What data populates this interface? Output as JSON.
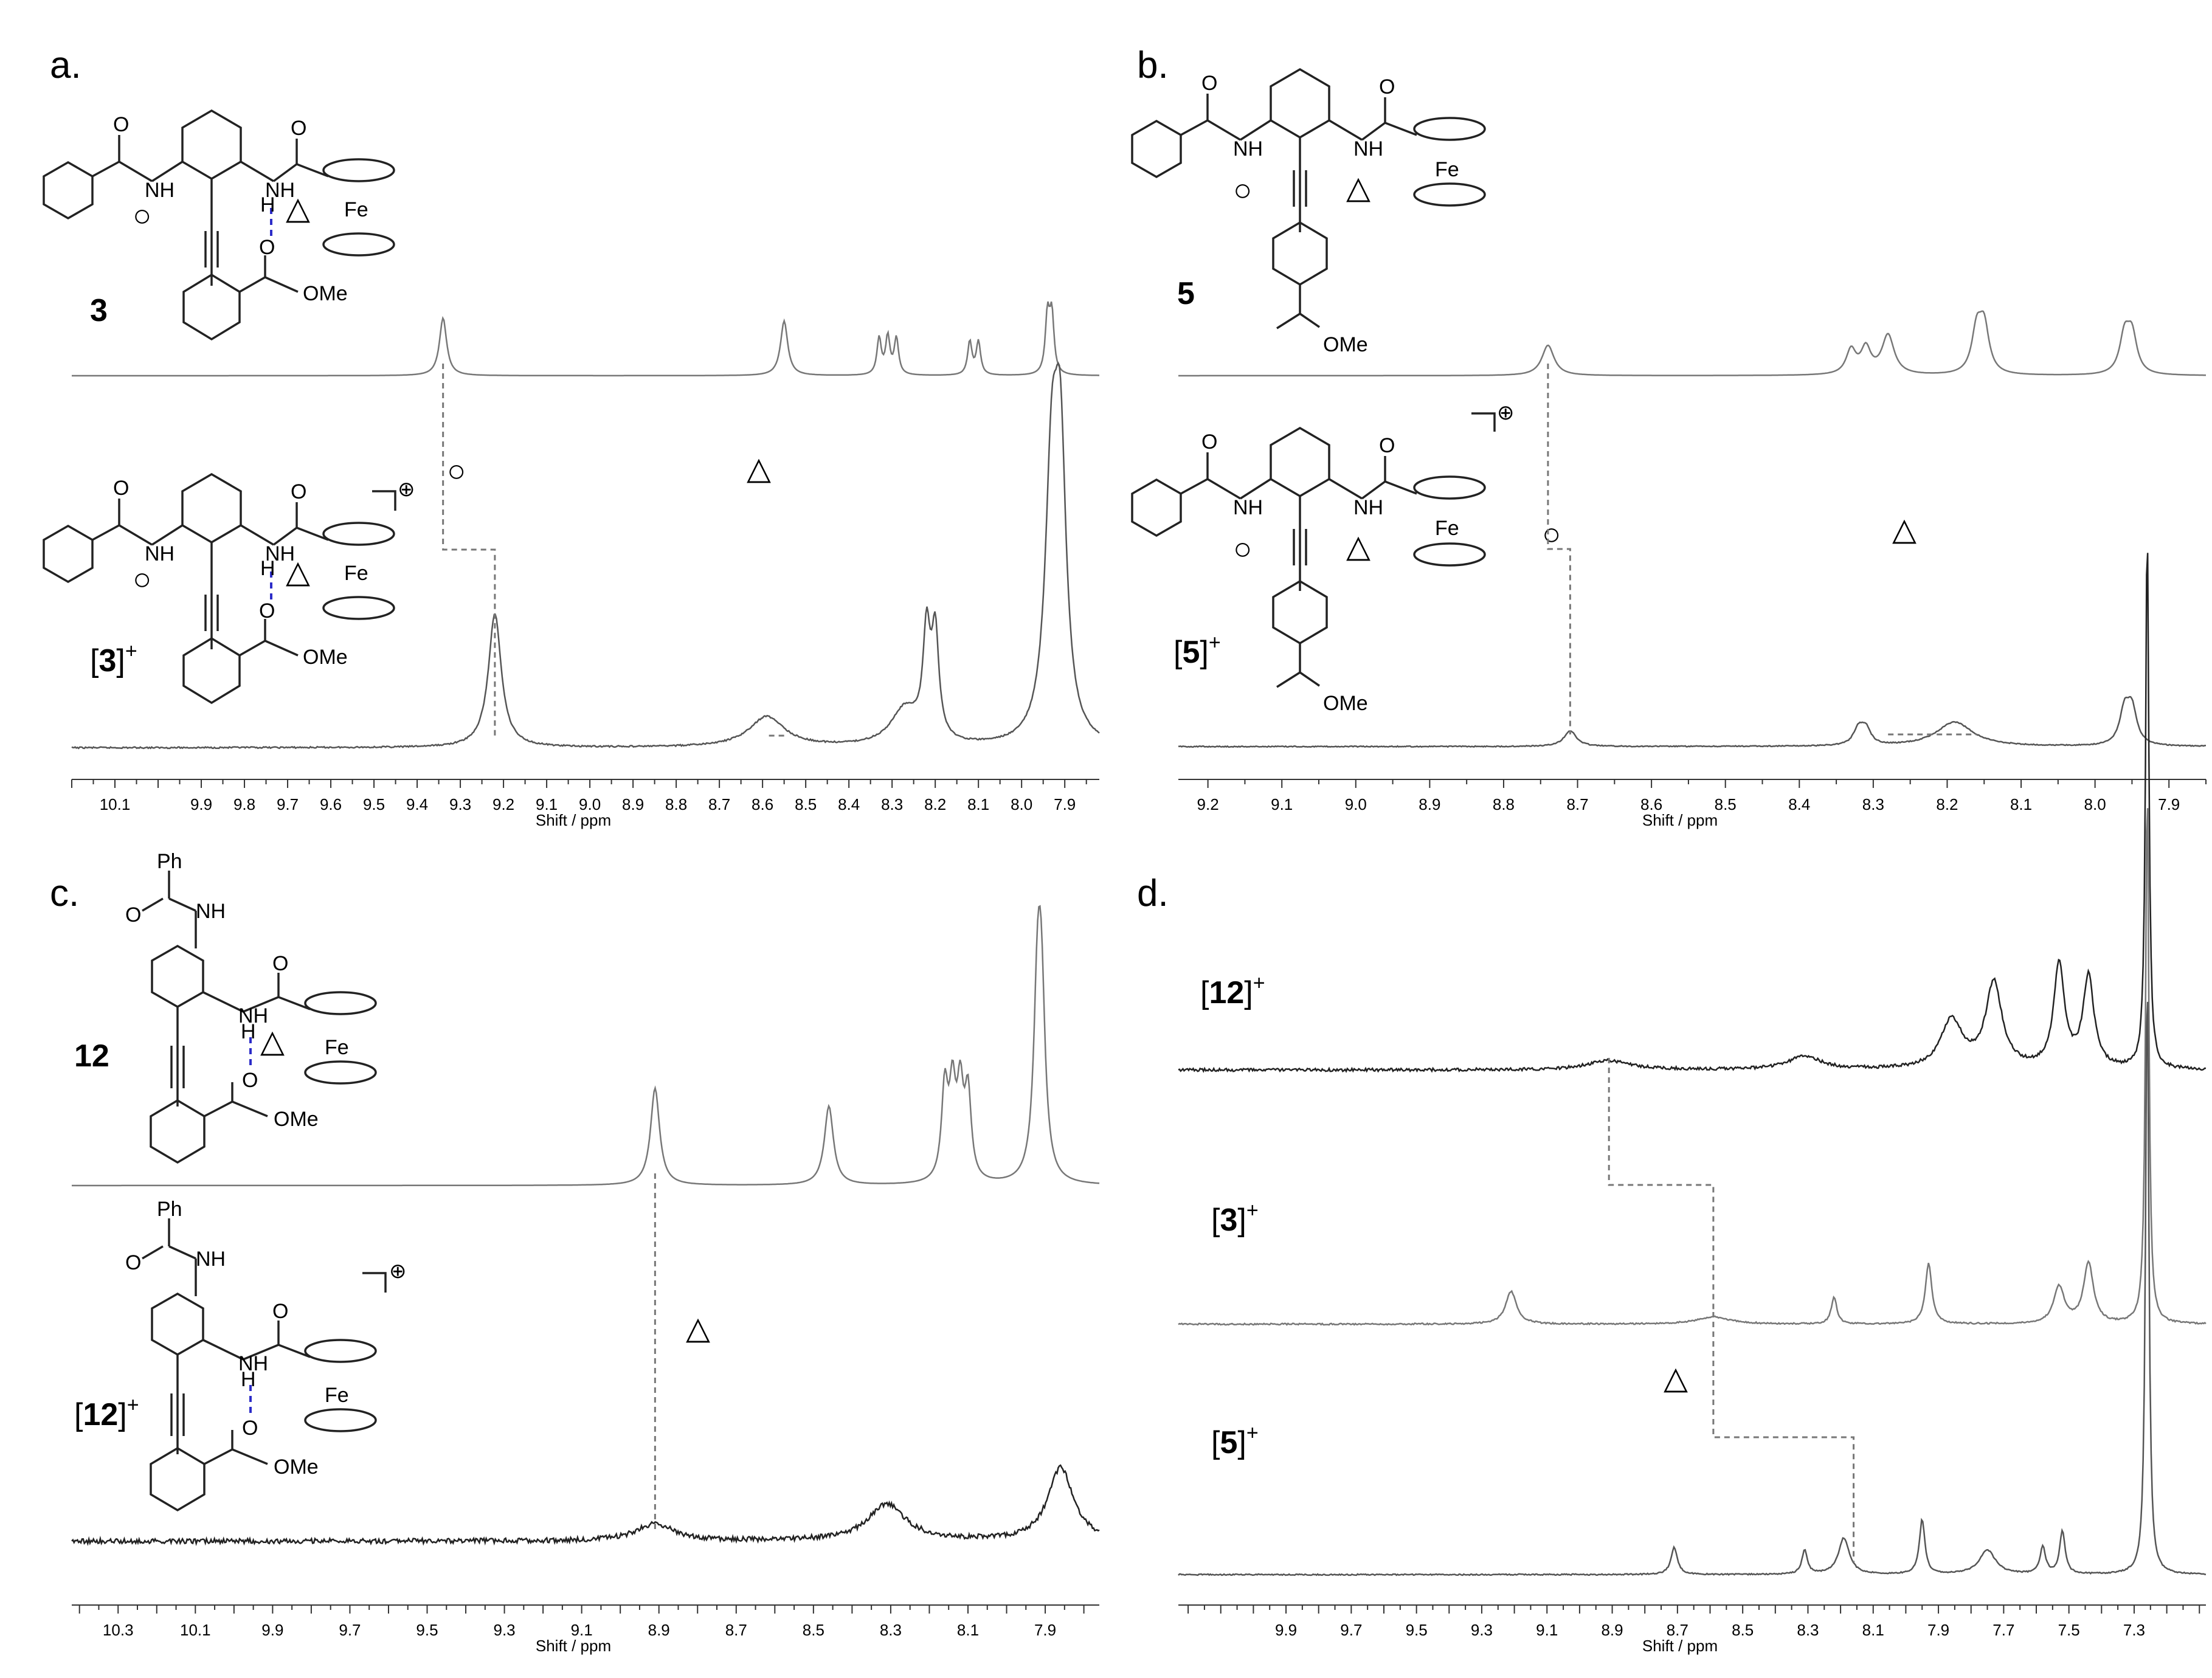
{
  "figure": {
    "panels": [
      {
        "id": "a",
        "letter": "a.",
        "compounds": [
          {
            "bold": "3",
            "sup": ""
          },
          {
            "bold": "3",
            "bracket": true,
            "sup": "+"
          }
        ],
        "chem_labels": [
          "O",
          "NH",
          "O",
          "NH",
          "H",
          "Fe",
          "O",
          "OMe",
          "O",
          "NH",
          "O",
          "NH",
          "H",
          "Fe",
          "O",
          "OMe"
        ]
      },
      {
        "id": "b",
        "letter": "b.",
        "compounds": [
          {
            "bold": "5",
            "sup": ""
          },
          {
            "bold": "5",
            "bracket": true,
            "sup": "+"
          }
        ],
        "chem_labels": [
          "O",
          "NH",
          "O",
          "NH",
          "Fe",
          "OMe",
          "O",
          "NH",
          "O",
          "NH",
          "Fe",
          "OMe"
        ]
      },
      {
        "id": "c",
        "letter": "c.",
        "compounds": [
          {
            "bold": "12",
            "sup": ""
          },
          {
            "bold": "12",
            "bracket": true,
            "sup": "+"
          }
        ],
        "chem_labels": [
          "Ph",
          "O",
          "NH",
          "NH",
          "O",
          "H",
          "Fe",
          "O",
          "OMe",
          "Ph",
          "O",
          "NH",
          "NH",
          "O",
          "H",
          "Fe",
          "O",
          "OMe"
        ]
      },
      {
        "id": "d",
        "letter": "d.",
        "compounds": [
          {
            "bold": "12",
            "bracket": true,
            "sup": "+"
          },
          {
            "bold": "3",
            "bracket": true,
            "sup": "+"
          },
          {
            "bold": "5",
            "bracket": true,
            "sup": "+"
          }
        ]
      }
    ],
    "cation_mark": "⊕",
    "circle_mark": "○",
    "triangle_mark": "△"
  },
  "chart_data": [
    {
      "panel": "a",
      "type": "line",
      "xlabel": "Shift / ppm",
      "xlim": [
        10.2,
        7.82
      ],
      "reversed_x": true,
      "ticks": [
        "10.1",
        "9.9",
        "9.8",
        "9.7",
        "9.6",
        "9.5",
        "9.4",
        "9.3",
        "9.2",
        "9.1",
        "9.0",
        "8.9",
        "8.8",
        "8.7",
        "8.6",
        "8.5",
        "8.4",
        "8.3",
        "8.2",
        "8.1",
        "8.0",
        "7.9"
      ],
      "series": [
        {
          "peaks_ppm": [
            9.34,
            8.55,
            8.33,
            8.31,
            8.29,
            8.12,
            8.1,
            7.94,
            7.93
          ]
        },
        {
          "peaks_ppm": [
            9.22,
            8.59,
            8.27,
            8.22,
            8.2,
            7.93,
            7.91
          ]
        }
      ],
      "shifts": [
        {
          "marker": "○",
          "from_ppm": 9.34,
          "to_ppm": 9.22
        },
        {
          "marker": "△",
          "from_ppm": 8.55,
          "to_ppm": 8.59
        }
      ]
    },
    {
      "panel": "b",
      "type": "line",
      "xlabel": "Shift / ppm",
      "xlim": [
        9.24,
        7.85
      ],
      "reversed_x": true,
      "ticks": [
        "9.2",
        "9.1",
        "9.0",
        "8.9",
        "8.8",
        "8.7",
        "8.6",
        "8.5",
        "8.4",
        "8.3",
        "8.2",
        "8.1",
        "8.0",
        "7.9"
      ],
      "series": [
        {
          "peaks_ppm": [
            8.74,
            8.33,
            8.31,
            8.28,
            8.16,
            8.15,
            7.96,
            7.95
          ]
        },
        {
          "peaks_ppm": [
            8.71,
            8.32,
            8.31,
            8.19,
            7.96,
            7.95
          ]
        }
      ],
      "shifts": [
        {
          "marker": "○",
          "from_ppm": 8.74,
          "to_ppm": 8.71
        },
        {
          "marker": "△",
          "from_ppm": 8.28,
          "to_ppm": 8.16
        }
      ]
    },
    {
      "panel": "c",
      "type": "line",
      "xlabel": "Shift / ppm",
      "xlim": [
        10.42,
        7.76
      ],
      "reversed_x": true,
      "ticks": [
        "10.3",
        "10.1",
        "9.9",
        "9.7",
        "9.5",
        "9.3",
        "9.1",
        "8.9",
        "8.7",
        "8.5",
        "8.3",
        "8.1",
        "7.9"
      ],
      "series": [
        {
          "peaks_ppm": [
            8.91,
            8.46,
            8.16,
            8.14,
            8.12,
            8.1,
            7.92,
            7.91
          ]
        },
        {
          "peaks_ppm": [
            8.91,
            8.31,
            7.86
          ]
        }
      ],
      "shifts": [
        {
          "marker": "△",
          "from_ppm": 8.91,
          "to_ppm": 8.91
        }
      ]
    },
    {
      "panel": "d",
      "type": "line",
      "xlabel": "Shift / ppm",
      "xlim": [
        10.23,
        7.08
      ],
      "reversed_x": true,
      "ticks": [
        "9.9",
        "9.7",
        "9.5",
        "9.3",
        "9.1",
        "8.9",
        "8.7",
        "8.5",
        "8.3",
        "8.1",
        "7.9",
        "7.7",
        "7.5",
        "7.3"
      ],
      "series": [
        {
          "name": "[12]+",
          "peaks_ppm": [
            8.91,
            8.31,
            7.86,
            7.73,
            7.53,
            7.44,
            7.26
          ]
        },
        {
          "name": "[3]+",
          "peaks_ppm": [
            9.21,
            8.59,
            8.22,
            7.93,
            7.53,
            7.44,
            7.26
          ]
        },
        {
          "name": "[5]+",
          "peaks_ppm": [
            8.71,
            8.31,
            8.19,
            7.95,
            7.75,
            7.58,
            7.52,
            7.26
          ]
        }
      ],
      "shifts": [
        {
          "marker": "△",
          "from_ppm": 8.91,
          "to_ppm": 8.59
        },
        {
          "marker": "△",
          "from_ppm": 8.59,
          "to_ppm": 8.16
        }
      ]
    }
  ]
}
